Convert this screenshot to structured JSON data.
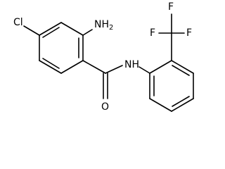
{
  "molecule": {
    "atoms": {
      "cl": "Cl",
      "nh2_main": "NH",
      "nh2_sub": "2",
      "o": "O",
      "nh": "N",
      "nh_h": "H",
      "f_left": "F",
      "f_top": "F",
      "f_right": "F"
    },
    "colors": {
      "bond": "#000000",
      "label": "#000000",
      "background": "#ffffff"
    }
  }
}
